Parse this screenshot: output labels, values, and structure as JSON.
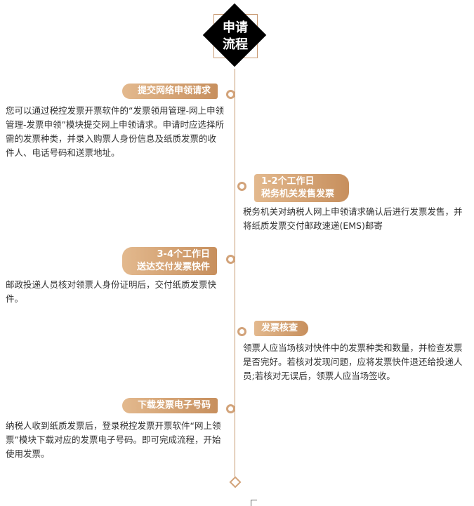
{
  "title": {
    "line1": "申请",
    "line2": "流程"
  },
  "steps": [
    {
      "label": "提交网络申领请求",
      "desc": "您可以通过税控发票开票软件的“发票领用管理-网上申领管理-发票申领”模块提交网上申领请求。申请时应选择所需的发票种类，并录入购票人身份信息及纸质发票的收件人、电话号码和送票地址。"
    },
    {
      "label1": "1-2个工作日",
      "label2": "税务机关发售发票",
      "desc": "税务机关对纳税人网上申领请求确认后进行发票发售，并将纸质发票交付邮政速递(EMS)邮寄"
    },
    {
      "label1": "3-4个工作日",
      "label2": "送达交付发票快件",
      "desc": "邮政投递人员核对领票人身份证明后，交付纸质发票快件。"
    },
    {
      "label": "发票核查",
      "desc": "领票人应当场核对快件中的发票种类和数量，并检查发票是否完好。若核对发现问题，应将发票快件退还给投递人员;若核对无误后，领票人应当场签收。"
    },
    {
      "label": "下载发票电子号码",
      "desc": "纳税人收到纸质发票后，登录税控发票开票软件“网上领票”模块下载对应的发票电子号码。即可完成流程，开始使用发票。"
    }
  ],
  "colors": {
    "accent": "#d2a37a",
    "title_bg": "#000000"
  }
}
